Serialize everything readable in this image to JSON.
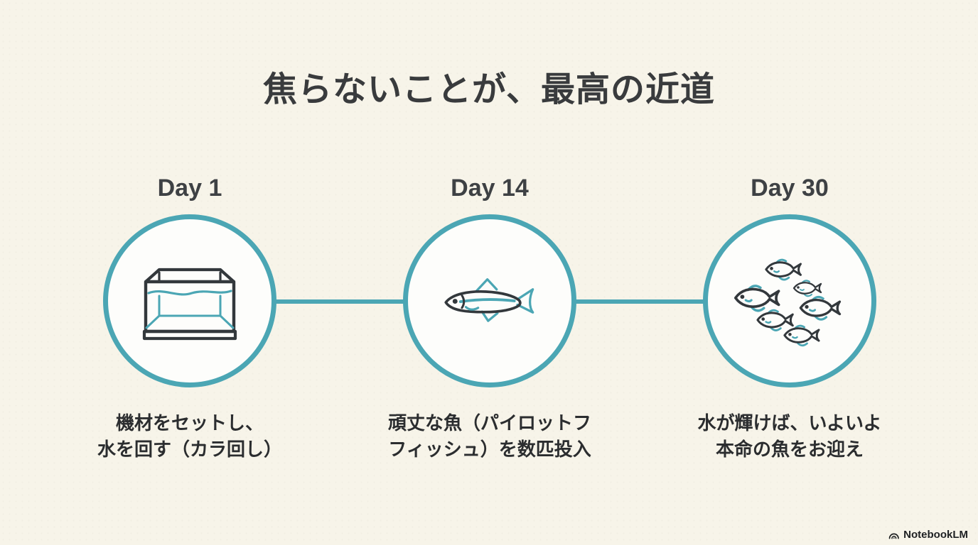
{
  "page": {
    "title": "焦らないことが、最高の近道"
  },
  "timeline": {
    "steps": [
      {
        "day_label": "Day 1",
        "icon": "aquarium-tank-icon",
        "caption_line1": "機材をセットし、",
        "caption_line2": "水を回す（カラ回し）"
      },
      {
        "day_label": "Day 14",
        "icon": "pilot-fish-icon",
        "caption_line1": "頑丈な魚（パイロットフ",
        "caption_line2": "フィッシュ）を数匹投入"
      },
      {
        "day_label": "Day 30",
        "icon": "fish-school-icon",
        "caption_line1": "水が輝けば、いよいよ",
        "caption_line2": "本命の魚をお迎え"
      }
    ]
  },
  "branding": {
    "logo_text": "NotebookLM"
  },
  "colors": {
    "background": "#f7f4e9",
    "accent_teal": "#4ba6b4",
    "outline_dark": "#33383c",
    "title_text": "#393b3d",
    "caption_text": "#2b2d2f",
    "circle_fill": "#fdfdfb"
  }
}
